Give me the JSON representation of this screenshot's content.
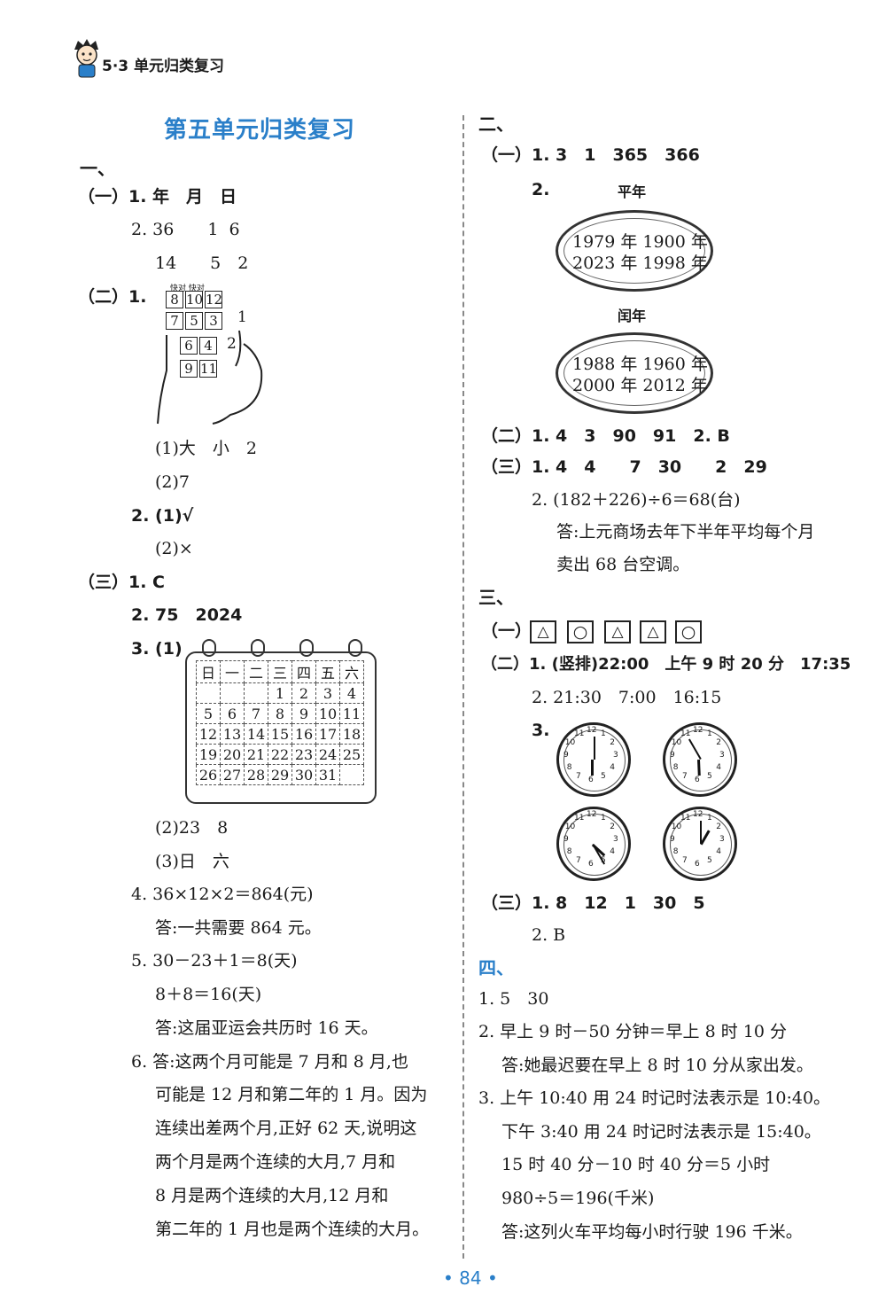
{
  "header": {
    "text": "5·3 单元归类复习"
  },
  "title": "第五单元归类复习",
  "page_number": "• 84 •",
  "left": {
    "s1": "一、",
    "l1": "（一）1. 年　月　日",
    "l2": "2. 36　　1  6",
    "l3": "14　　5　2",
    "l4": "（二）1.",
    "l5": "(1)大　小　2",
    "l6": "(2)7",
    "l7": "2. (1)√",
    "l8": "(2)×",
    "l9": "（三）1. C",
    "l10": "2. 75　2024",
    "l11": "3. (1)",
    "l12": "(2)23　8",
    "l13": "(3)日　六",
    "l14": "4. 36×12×2＝864(元)",
    "l15": "答:一共需要 864 元。",
    "l16": "5. 30－23＋1＝8(天)",
    "l17": "8＋8＝16(天)",
    "l18": "答:这届亚运会共历时 16 天。",
    "l19": "6. 答:这两个月可能是 7 月和 8 月,也",
    "l20": "可能是 12 月和第二年的 1 月。因为",
    "l21": "连续出差两个月,正好 62 天,说明这",
    "l22": "两个月是两个连续的大月,7 月和",
    "l23": "8 月是两个连续的大月,12 月和",
    "l24": "第二年的 1 月也是两个连续的大月。"
  },
  "hand": {
    "cells": [
      "8",
      "10",
      "12",
      "7",
      "5",
      "3",
      "6",
      "4",
      "9",
      "11"
    ],
    "side_nums": [
      "1",
      "2"
    ],
    "note": "快对 快对"
  },
  "calendar": {
    "header": [
      "日",
      "一",
      "二",
      "三",
      "四",
      "五",
      "六"
    ],
    "rows": [
      [
        "",
        "",
        "",
        "1",
        "2",
        "3",
        "4"
      ],
      [
        "5",
        "6",
        "7",
        "8",
        "9",
        "10",
        "11"
      ],
      [
        "12",
        "13",
        "14",
        "15",
        "16",
        "17",
        "18"
      ],
      [
        "19",
        "20",
        "21",
        "22",
        "23",
        "24",
        "25"
      ],
      [
        "26",
        "27",
        "28",
        "29",
        "30",
        "31",
        ""
      ]
    ]
  },
  "right": {
    "s2": "二、",
    "r1": "（一）1. 3　1　365　366",
    "r2": "2.",
    "pingnian": "平年",
    "e1a": "1979 年 1900 年",
    "e1b": "2023 年 1998 年",
    "runnian": "闰年",
    "e2a": "1988 年 1960 年",
    "e2b": "2000 年 2012 年",
    "r3": "（二）1. 4　3　90　91　2. B",
    "r4": "（三）1. 4　4　　7　30　　2　29",
    "r5": "2. (182＋226)÷6＝68(台)",
    "r6": "答:上元商场去年下半年平均每个月",
    "r7": "卖出 68 台空调。",
    "s3": "三、",
    "r8": "（一）",
    "shapes": [
      "△",
      "○",
      "△",
      "△",
      "○"
    ],
    "r9": "（二）1. (竖排)22:00　上午 9 时 20 分　17:35",
    "r10": "2. 21:30　7:00　16:15",
    "r11": "3.",
    "r12": "（三）1. 8　12　1　30　5",
    "r13": "2. B",
    "s4": "四、",
    "r14": "1. 5　30",
    "r15": "2. 早上 9 时－50 分钟＝早上 8 时 10 分",
    "r16": "答:她最迟要在早上 8 时 10 分从家出发。",
    "r17": "3. 上午 10:40 用 24 时记时法表示是 10:40。",
    "r18": "下午 3:40 用 24 时记时法表示是 15:40。",
    "r19": "15 时 40 分－10 时 40 分＝5 小时",
    "r20": "980÷5＝196(千米)",
    "r21": "答:这列火车平均每小时行驶 196 千米。"
  },
  "clocks": [
    {
      "hour": 6,
      "minute": 0
    },
    {
      "hour": 5,
      "minute": 55
    },
    {
      "hour": 4,
      "minute": 25
    },
    {
      "hour": 1,
      "minute": 0
    }
  ],
  "clock_numbers": [
    "12",
    "1",
    "2",
    "3",
    "4",
    "5",
    "6",
    "7",
    "8",
    "9",
    "10",
    "11"
  ]
}
